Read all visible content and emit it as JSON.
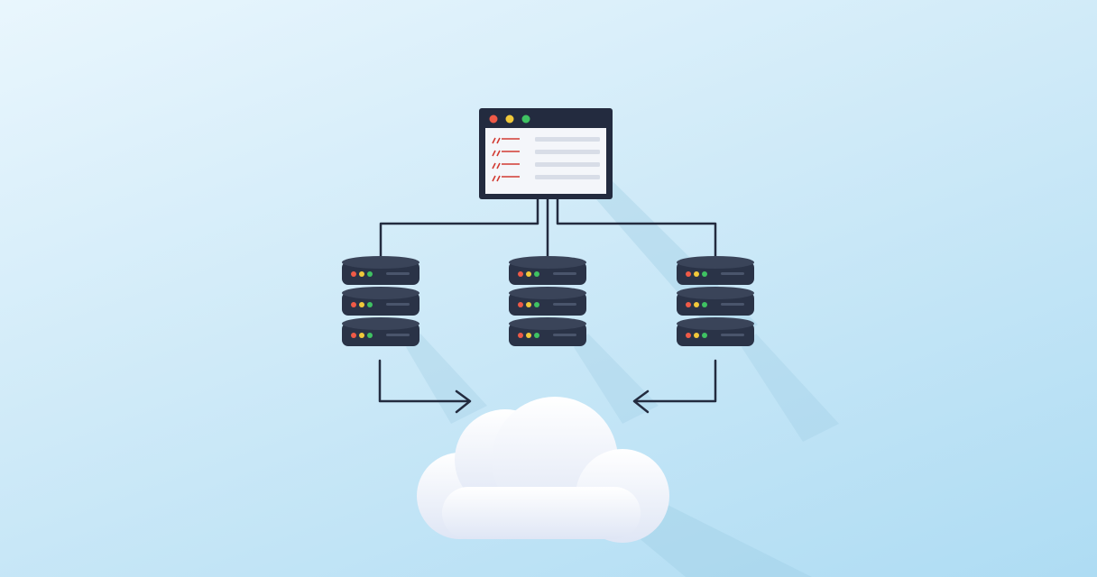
{
  "colors": {
    "background_light": "#e9f6fd",
    "background_dark": "#aedcf3",
    "shadow": "#9ccbe2",
    "dark_navy": "#232b3f",
    "server_face": "#2a3347",
    "server_top": "#3a4459",
    "panel_bg": "#f4f6fa",
    "panel_line": "#d8dde7",
    "code_red": "#d23a32",
    "light_red": "#ef5a47",
    "light_yellow": "#f1c93a",
    "light_green": "#3fc262",
    "cloud_white": "#ffffff",
    "cloud_shade": "#dfe6f5"
  },
  "window": {
    "controls": [
      "close-light",
      "minimize-light",
      "maximize-light"
    ],
    "code_lines": 4
  },
  "servers": [
    {
      "id": "left",
      "units": 3
    },
    {
      "id": "center",
      "units": 3
    },
    {
      "id": "right",
      "units": 3
    }
  ],
  "icons": {
    "window": "code-window-icon",
    "server": "server-stack-icon",
    "cloud": "cloud-icon",
    "arrow": "arrow-icon"
  }
}
